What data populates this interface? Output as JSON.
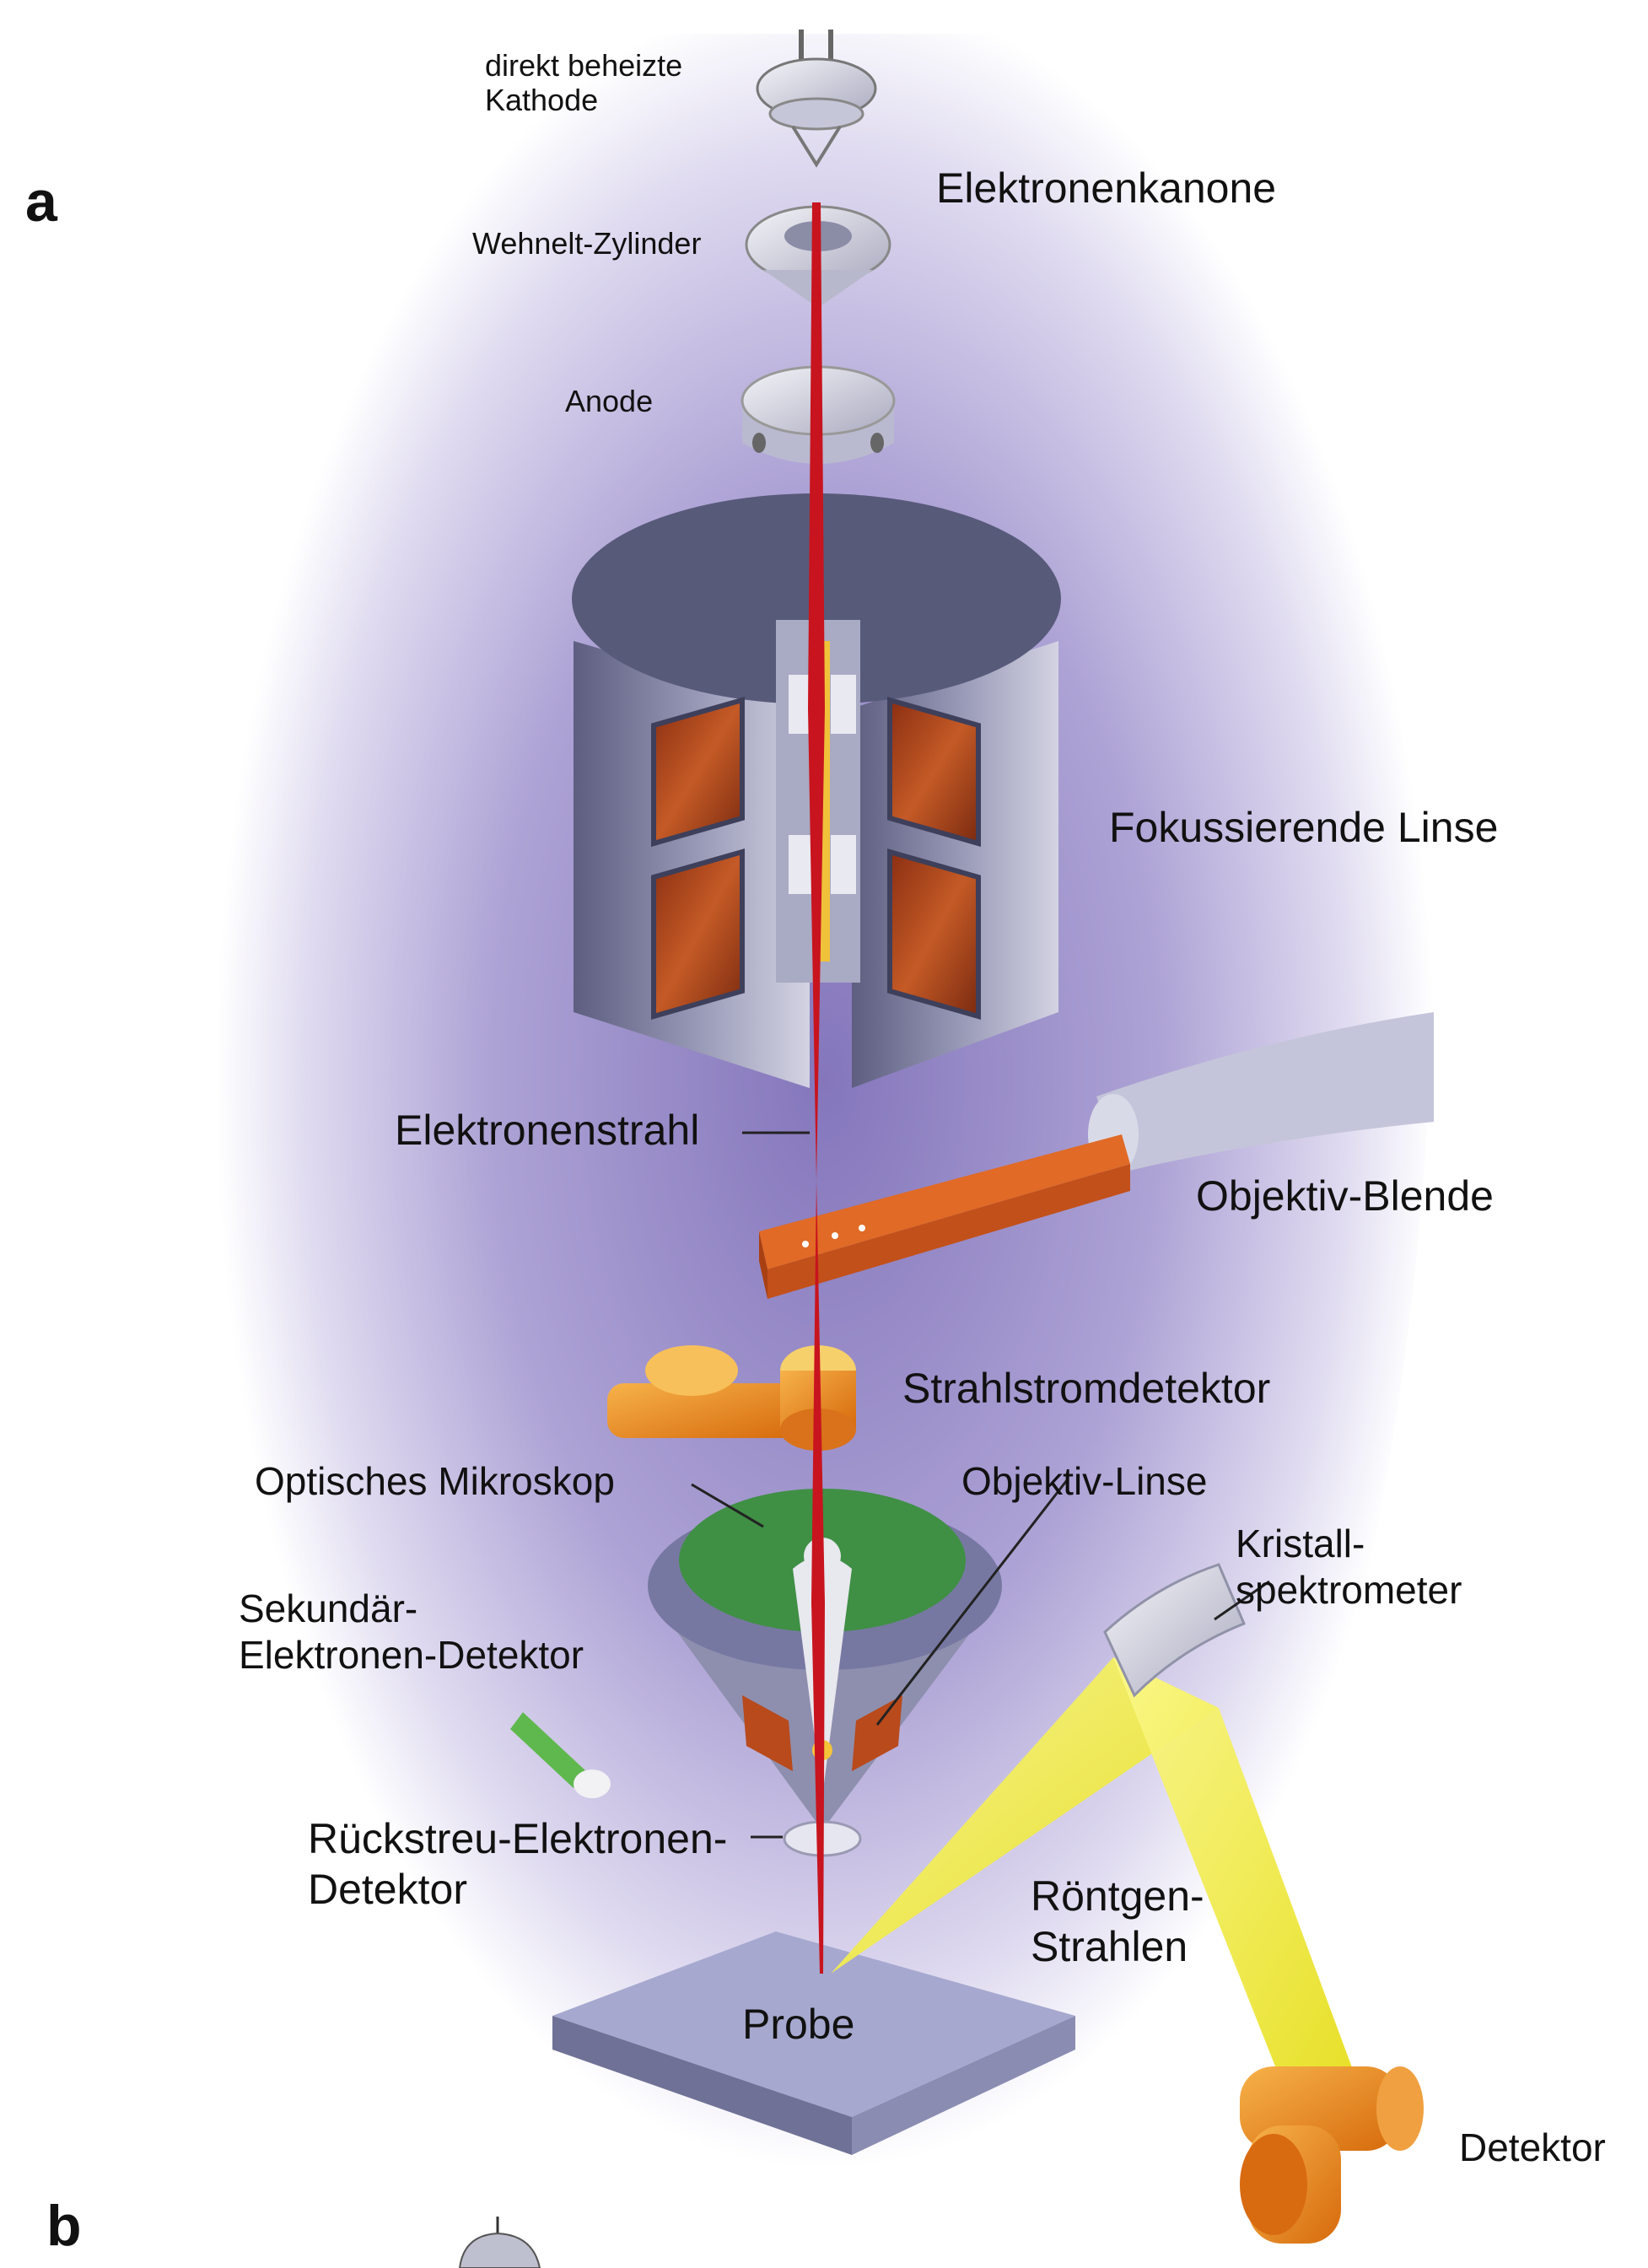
{
  "panels": {
    "a": "a",
    "b": "b"
  },
  "labels": {
    "cathode": "direkt beheizte\nKathode",
    "electron_gun": "Elektronenkanone",
    "wehnelt": "Wehnelt-Zylinder",
    "anode": "Anode",
    "focusing_lens": "Fokussierende Linse",
    "electron_beam": "Elektronenstrahl",
    "objective_aperture": "Objektiv-Blende",
    "beam_current_detector": "Strahlstromdetektor",
    "optical_microscope": "Optisches Mikroskop",
    "objective_lens": "Objektiv-Linse",
    "crystal_spectrometer": "Kristall-\nspektrometer",
    "secondary_electron_detector": "Sekundär-\nElektronen-Detektor",
    "backscatter_detector": "Rückstreu-Elektronen-\nDetektor",
    "xrays": "Röntgen-\nStrahlen",
    "sample": "Probe",
    "detector": "Detektor"
  },
  "colors": {
    "halo": "#9c8fc9",
    "beam": "#c8141e",
    "coil": "#b84a1c",
    "metal": "#8a8aa8",
    "green": "#3f8f45",
    "orange": "#e88a1a",
    "xray": "#f2ee3a",
    "sample": "#a6a8cf"
  }
}
